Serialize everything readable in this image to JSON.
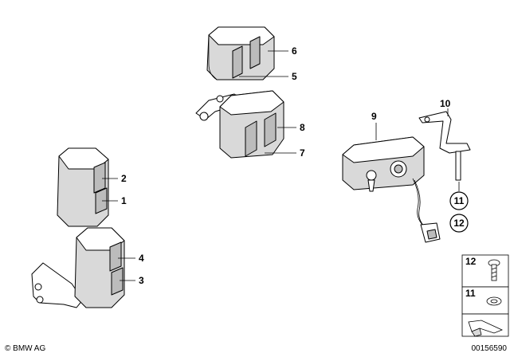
{
  "diagram": {
    "callouts": {
      "c1": "1",
      "c2": "2",
      "c3": "3",
      "c4": "4",
      "c5": "5",
      "c6": "6",
      "c7": "7",
      "c8": "8",
      "c9": "9",
      "c10": "10",
      "c11": "11",
      "c12": "12"
    },
    "legend": {
      "screw": "12",
      "washer": "11"
    },
    "copyright": "© BMW AG",
    "diagram_id": "00156590"
  }
}
